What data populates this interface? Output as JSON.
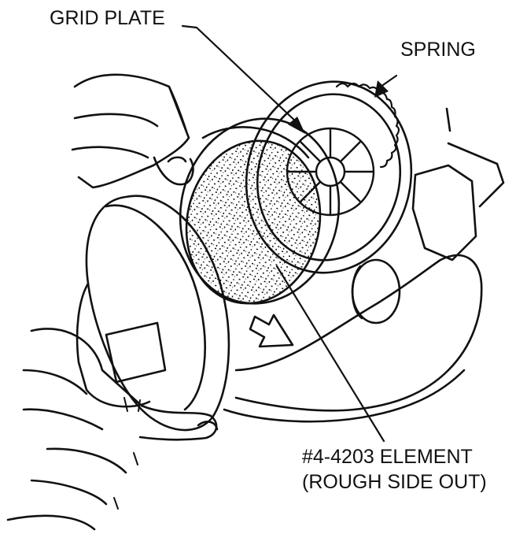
{
  "labels": {
    "grid_plate": "GRID PLATE",
    "spring": "SPRING",
    "element_line1": "#4-4203 ELEMENT",
    "element_line2": "(ROUGH SIDE OUT)"
  },
  "colors": {
    "ink": "#111111",
    "paper": "#ffffff"
  }
}
